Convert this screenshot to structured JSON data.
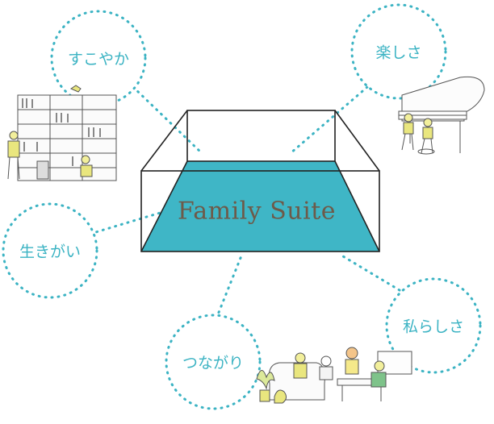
{
  "center": {
    "title": "Family Suite"
  },
  "nodes": [
    {
      "label": "すこやか"
    },
    {
      "label": "楽しさ"
    },
    {
      "label": "生きがい"
    },
    {
      "label": "つながり"
    },
    {
      "label": "私らしさ"
    }
  ],
  "colors": {
    "accent": "#3bb3c3",
    "floor": "#3fb6c6",
    "outline": "#222222",
    "title": "#6e5a49"
  },
  "illustrations": [
    "bookshelf-reading-scene",
    "piano-playing-scene",
    "family-gathering-scene"
  ]
}
